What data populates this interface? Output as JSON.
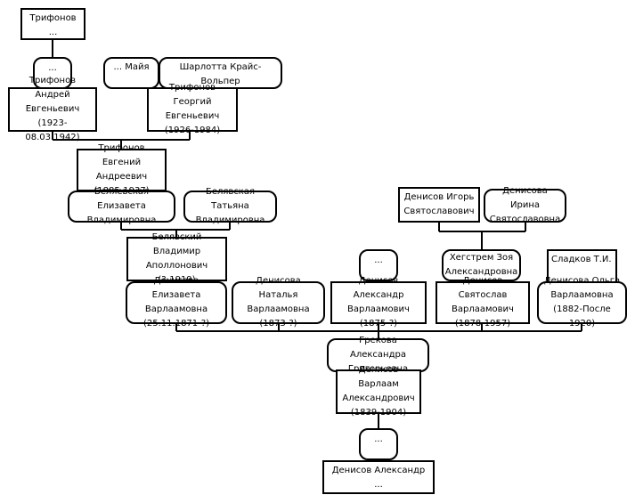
{
  "people": {
    "trifonov_root": "Трифонов ...",
    "unknown_1": "...",
    "mayya": "... Майя",
    "sharlotta": "Шарлотта Крайс-Вольпер",
    "andrey": "Трифонов Андрей\nЕвгеньевич\n(1923-08.03.1942)",
    "georgy": "Трифонов Георгий\nЕвгеньевич\n(1926-1984)",
    "evgeny": "Трифонов Евгений\nАндреевич\n(1885-1937)",
    "elizaveta_b": "Беляевская Елизавета\nВладимировна",
    "tatyana_b": "Белявская Татьяна\nВладимировна",
    "igor_d": "Денисов Игорь\nСвятославович",
    "irina_d": "Денисова Ирина\nСвятославовна",
    "vladimir_b": "Белявский Владимир\nАполлонович\n(?-1919)",
    "unknown_2": "...",
    "zoya": "Хегстрем Зоя\nАлександровна",
    "sladkov": "Сладков Т.И.",
    "elizaveta_d": "Денисова Елизавета\nВарлаамовна\n(25.11.1871-?)",
    "natalya_d": "Денисова Наталья\nВарлаамовна\n(1873-?)",
    "alexandr_v": "Денисов Александр\nВарлаамович\n(1875-?)",
    "svyatoslav": "Денисов Святослав\nВарлаамович\n(1878-1957)",
    "olga_d": "Денисова Ольга\nВарлаамовна\n(1882-После 1920)",
    "grekova": "Грекова Александра\nГригорьевна",
    "varlaam": "Денисов Варлаам\nАлександрович\n(1839-1904)",
    "unknown_3": "...",
    "alexandr_root": "Денисов Александр ..."
  }
}
